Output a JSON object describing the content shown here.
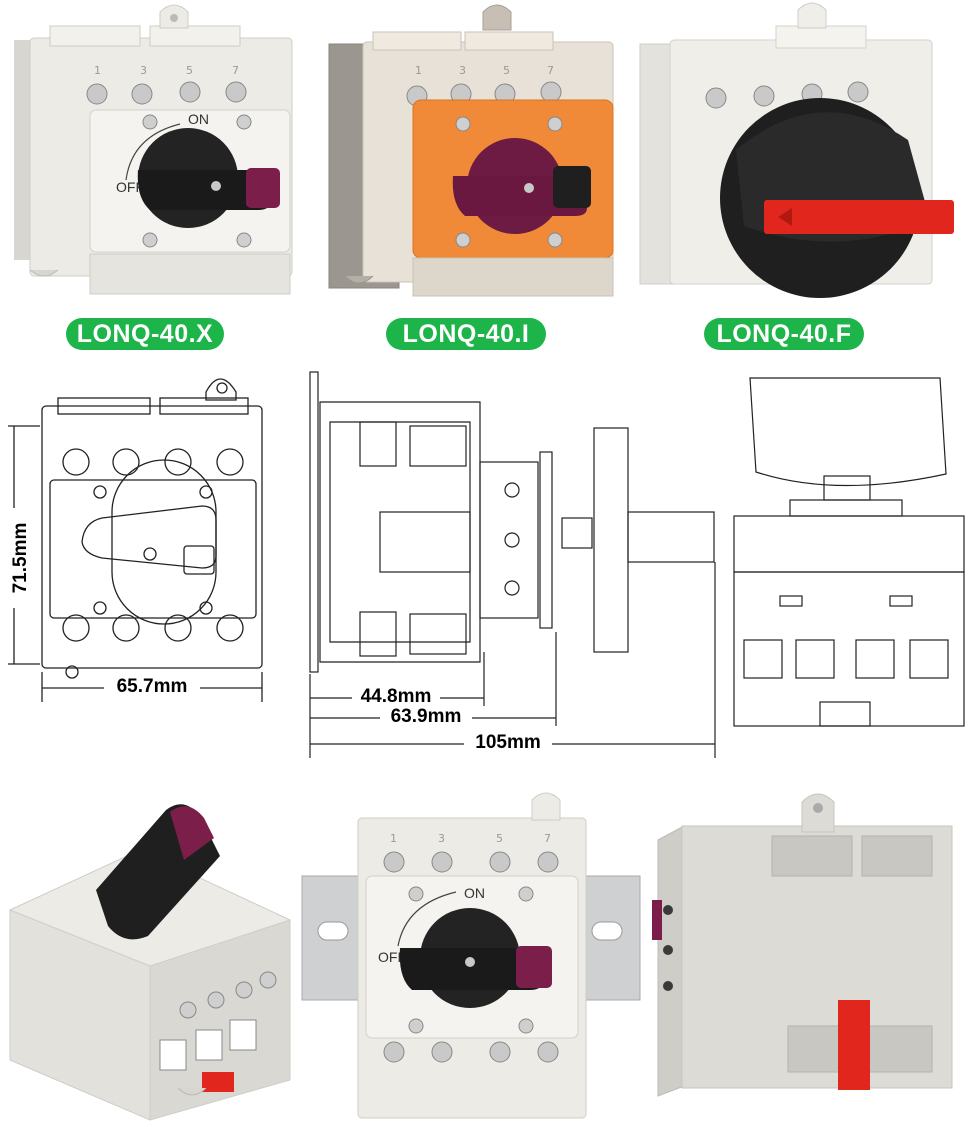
{
  "models": [
    {
      "label": "LONQ-40.X"
    },
    {
      "label": "LONQ-40.I"
    },
    {
      "label": "LONQ-40.F"
    }
  ],
  "colors": {
    "pill_green": "#1db54a",
    "housing_white": "#ecebe6",
    "orange_plate": "#f08a38",
    "handle_black": "#1f1f1f",
    "handle_purple": "#7b1f4a",
    "handle_red": "#e0261d",
    "housing_grey": "#9b968f"
  },
  "switch_text": {
    "on": "ON",
    "off": "OFF",
    "terminals_top": [
      "1",
      "3",
      "5",
      "7"
    ]
  },
  "dimensions": {
    "height": "71.5mm",
    "width": "65.7mm",
    "depth_body": "44.8mm",
    "depth_plate": "63.9mm",
    "depth_total": "105mm"
  }
}
